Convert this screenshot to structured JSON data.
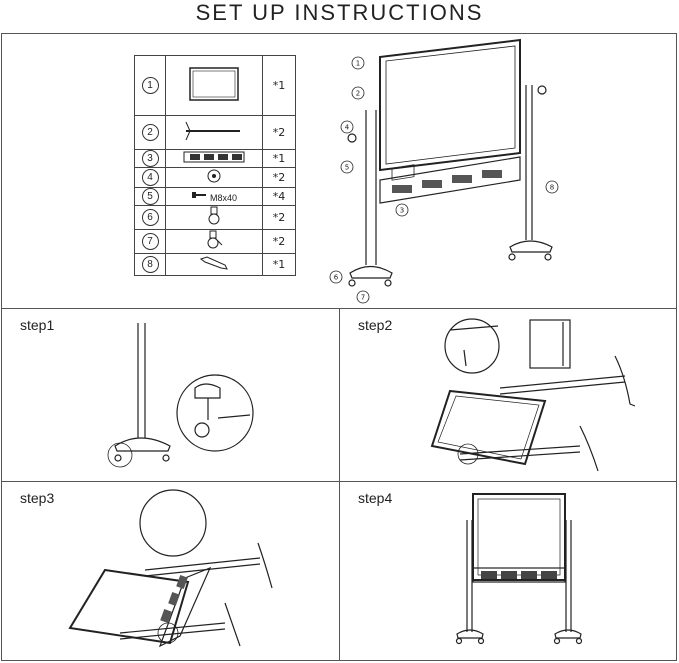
{
  "title": "SET UP INSTRUCTIONS",
  "parts": [
    {
      "num": "1",
      "icon": "whiteboard-panel-icon",
      "qty": "*1",
      "label": ""
    },
    {
      "num": "2",
      "icon": "stand-leg-icon",
      "qty": "*2",
      "label": ""
    },
    {
      "num": "3",
      "icon": "tray-icon",
      "qty": "*1",
      "label": ""
    },
    {
      "num": "4",
      "icon": "knob-icon",
      "qty": "*2",
      "label": ""
    },
    {
      "num": "5",
      "icon": "screw-icon",
      "qty": "*4",
      "label": "M8x40"
    },
    {
      "num": "6",
      "icon": "caster-icon",
      "qty": "*2",
      "label": ""
    },
    {
      "num": "7",
      "icon": "locking-caster-icon",
      "qty": "*2",
      "label": ""
    },
    {
      "num": "8",
      "icon": "wrench-icon",
      "qty": "*1",
      "label": ""
    }
  ],
  "callouts": [
    "1",
    "2",
    "3",
    "4",
    "5",
    "6",
    "7",
    "8"
  ],
  "steps": [
    "step1",
    "step2",
    "step3",
    "step4"
  ]
}
